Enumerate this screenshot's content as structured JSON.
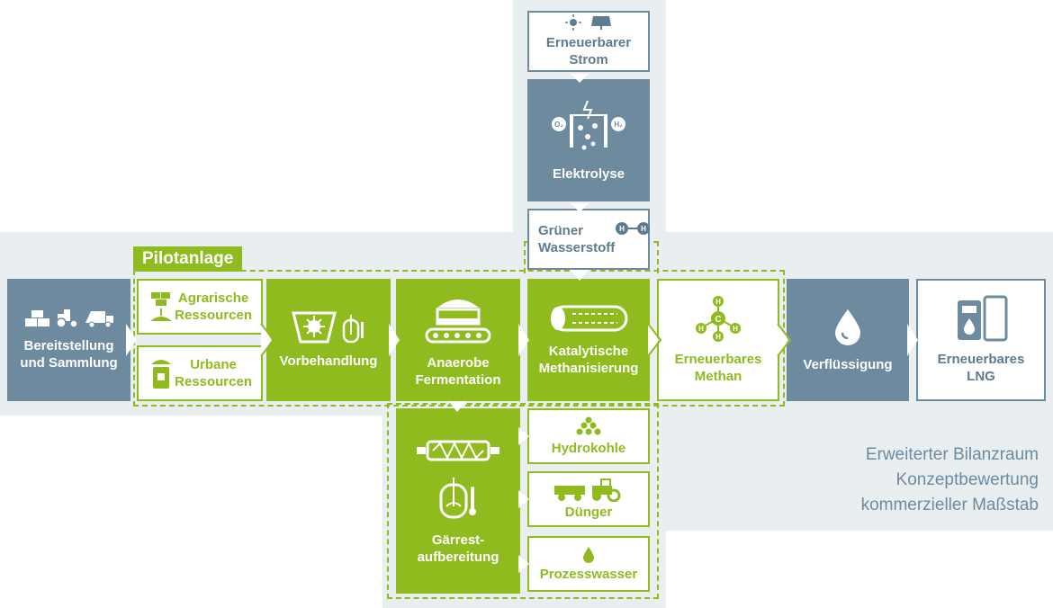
{
  "pilot_tag": "Pilotanlage",
  "caption": "Erweiterter Bilanzraum\nKonzeptbewertung\nkommerzieller Maßstab",
  "nodes": {
    "bereitstellung": "Bereitstellung\nund Sammlung",
    "agrarische": "Agrarische\nRessourcen",
    "urbane": "Urbane\nRessourcen",
    "vorbehandlung": "Vorbehandlung",
    "anaerobe": "Anaerobe\nFermentation",
    "katalytische": "Katalytische\nMethanisierung",
    "methan": "Erneuerbares\nMethan",
    "verfluessigung": "Verflüssigung",
    "lng": "Erneuerbares\nLNG",
    "strom": "Erneuerbarer\nStrom",
    "elektrolyse": "Elektrolyse",
    "wasserstoff": "Grüner\nWasserstoff",
    "gaerrest": "Gärrest-\naufbereitung",
    "hydrokohle": "Hydrokohle",
    "duenger": "Dünger",
    "prozesswasser": "Prozesswasser"
  },
  "molecule_labels": {
    "h2_left": "H",
    "h2_right": "H",
    "c": "C",
    "h": "H",
    "o2": "O₂",
    "h2": "H₂"
  },
  "colors": {
    "green": "#8fbb1e",
    "slate": "#6e8a9e",
    "background": "#e9eef1"
  },
  "icons": [
    "sun-icon",
    "solar-panel-icon",
    "electrolysis-icon",
    "h2-molecule-icon",
    "methane-molecule-icon",
    "droplet-icon",
    "fuel-pump-icon",
    "hay-bale-icon",
    "tractor-icon",
    "garbage-truck-icon",
    "plant-icon",
    "waste-bin-icon",
    "shredder-icon",
    "reactor-icon",
    "digester-icon",
    "catalytic-tube-icon",
    "decanter-icon",
    "coal-pile-icon",
    "water-drop-icon"
  ]
}
